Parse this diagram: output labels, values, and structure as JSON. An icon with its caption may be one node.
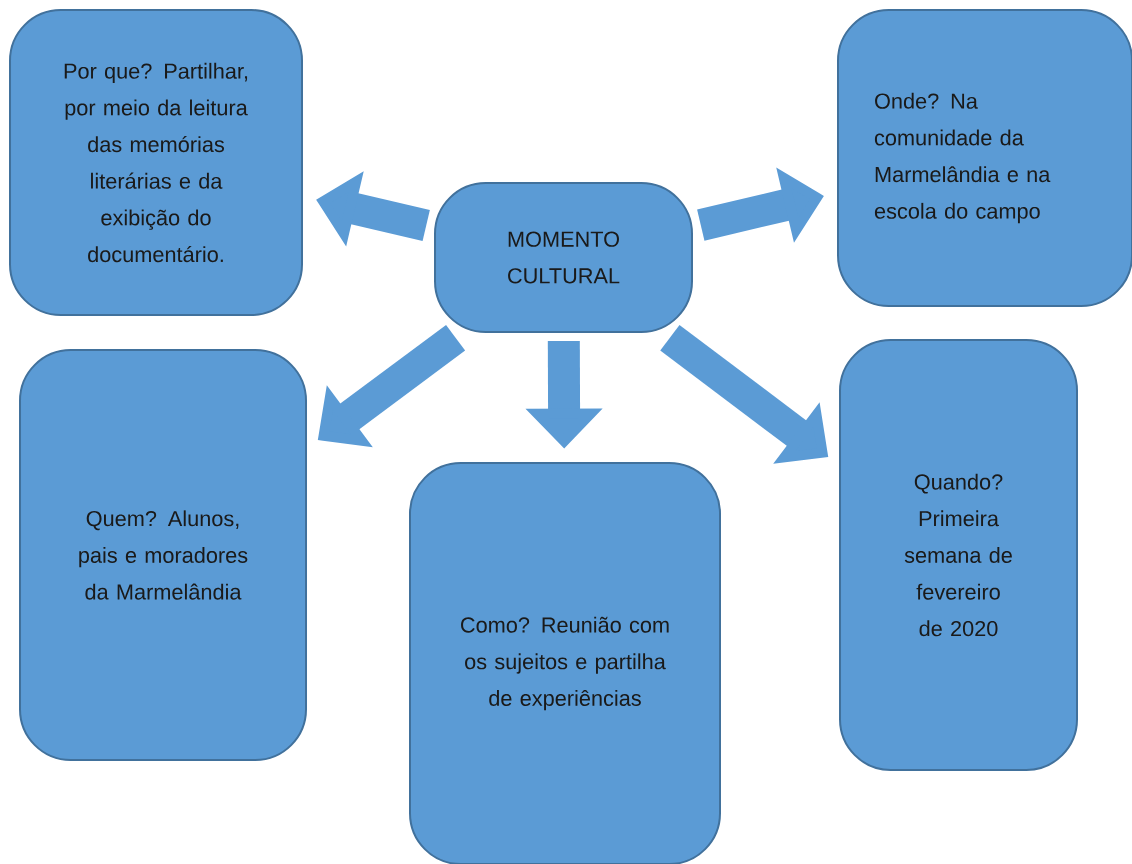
{
  "diagram": {
    "nodes": [
      {
        "text": [
          "Por que? Partilhar, por meio da leitura das memórias literárias e da exibição do documentário."
        ]
      },
      {
        "text": [
          "Onde? Na comunidade da Marmelândia e na escola do campo"
        ]
      },
      {
        "text": [
          "MOMENTO CULTURAL"
        ]
      },
      {
        "text": [
          "Quem? Alunos, pais e moradores da Marmelândia"
        ]
      },
      {
        "text": [
          "Quando? Primeira semana de fevereiro de 2020"
        ]
      },
      {
        "text": [
          "Como? Reunião com os sujeitos e partilha de experiências"
        ]
      }
    ],
    "edges": [
      {
        "from": 2,
        "to": 0,
        "arrow": "to"
      },
      {
        "from": 2,
        "to": 1,
        "arrow": "to"
      },
      {
        "from": 2,
        "to": 3,
        "arrow": "to"
      },
      {
        "from": 2,
        "to": 4,
        "arrow": "to"
      },
      {
        "from": 2,
        "to": 5,
        "arrow": "to"
      }
    ]
  }
}
